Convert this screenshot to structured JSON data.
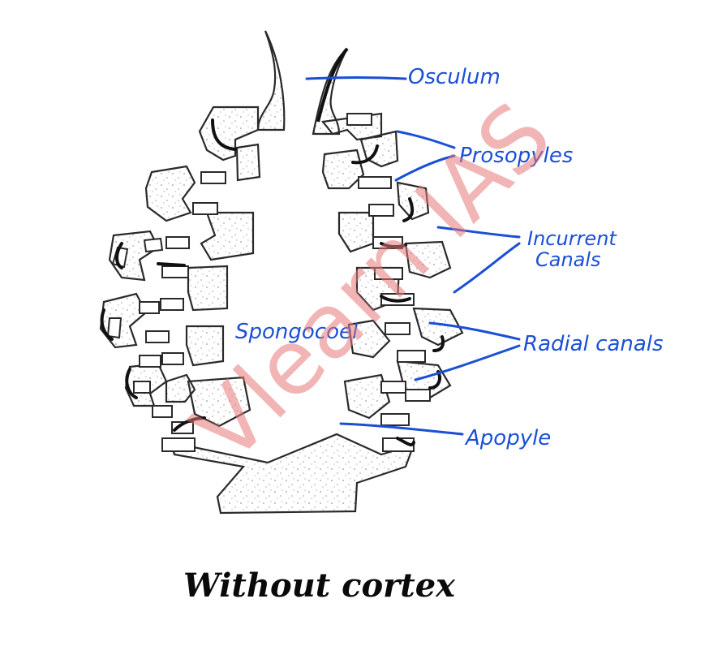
{
  "colors": {
    "label": "#1a4fd6",
    "outline": "#2a2a2a",
    "stipple": "#b5b5b5",
    "watermark": "#e87878"
  },
  "labels": {
    "osculum": "Osculum",
    "prosopyles": "Prosopyles",
    "incurrent_line1": "Incurrent",
    "incurrent_line2": "Canals",
    "spongocoel": "Spongocoel",
    "radial_canals": "Radial canals",
    "apopyle": "Apopyle"
  },
  "caption": "Without cortex",
  "watermark": "Vlearn IAS"
}
